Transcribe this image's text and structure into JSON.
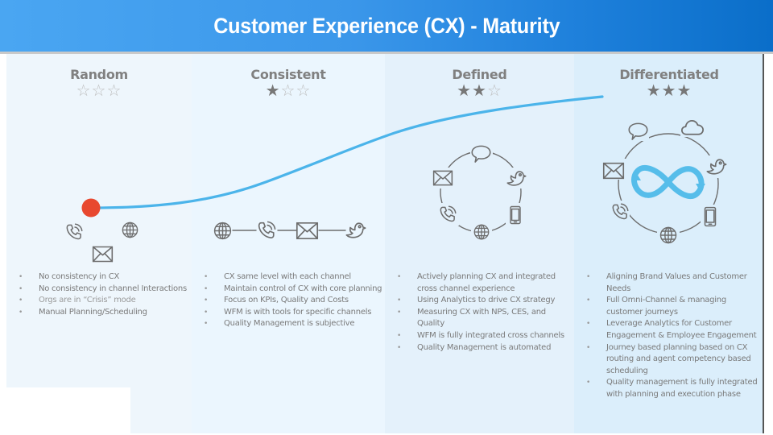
{
  "header": {
    "title": "Customer Experience (CX) - Maturity"
  },
  "colors": {
    "header_start": "#4aa6f2",
    "header_end": "#0a6ec9",
    "curve": "#4bb4ea",
    "start_marker": "#e8482f",
    "infinity": "#56bdea",
    "icon_stroke": "#6d6d6d"
  },
  "stages": [
    {
      "title": "Random",
      "rating": 0,
      "rating_max": 3,
      "stars": "☆☆☆",
      "channel_icons": [
        "phone-icon",
        "globe-icon",
        "envelope-icon"
      ],
      "bullets": [
        "No consistency in CX",
        "No  consistency in channel Interactions",
        "Orgs are in “Crisis” mode",
        "Manual Planning/Scheduling"
      ]
    },
    {
      "title": "Consistent",
      "rating": 1,
      "rating_max": 3,
      "stars_filled": "★",
      "stars_empty": "☆☆",
      "channel_icons": [
        "globe-icon",
        "phone-icon",
        "envelope-icon",
        "bird-icon"
      ],
      "bullets": [
        "CX same level with each channel",
        "Maintain control of CX with core planning",
        "Focus on KPIs, Quality and Costs",
        "WFM is with tools for specific channels",
        "Quality Management is subjective"
      ]
    },
    {
      "title": "Defined",
      "rating": 2,
      "rating_max": 3,
      "stars_filled": "★★",
      "stars_empty": "☆",
      "channel_icons": [
        "chat-bubble-icon",
        "bird-icon",
        "mobile-phone-icon",
        "globe-icon",
        "phone-icon",
        "envelope-icon"
      ],
      "bullets": [
        "Actively planning CX and integrated cross channel experience",
        "Using Analytics to drive CX strategy",
        "Measuring CX with NPS, CES, and Quality",
        "WFM is fully integrated cross channels",
        "Quality Management is automated"
      ]
    },
    {
      "title": "Differentiated",
      "rating": 3,
      "rating_max": 3,
      "stars_filled": "★★★",
      "channel_icons": [
        "chat-bubble-icon",
        "cloud-icon",
        "bird-icon",
        "mobile-phone-icon",
        "globe-icon",
        "phone-icon",
        "envelope-icon",
        "infinity-icon"
      ],
      "bullets": [
        "Aligning Brand Values and Customer Needs",
        "Full Omni-Channel & managing customer journeys",
        "Leverage Analytics for Customer Engagement & Employee Engagement",
        "Journey based planning based on CX routing and agent competency based scheduling",
        "Quality management is fully integrated with planning and execution phase"
      ]
    }
  ]
}
